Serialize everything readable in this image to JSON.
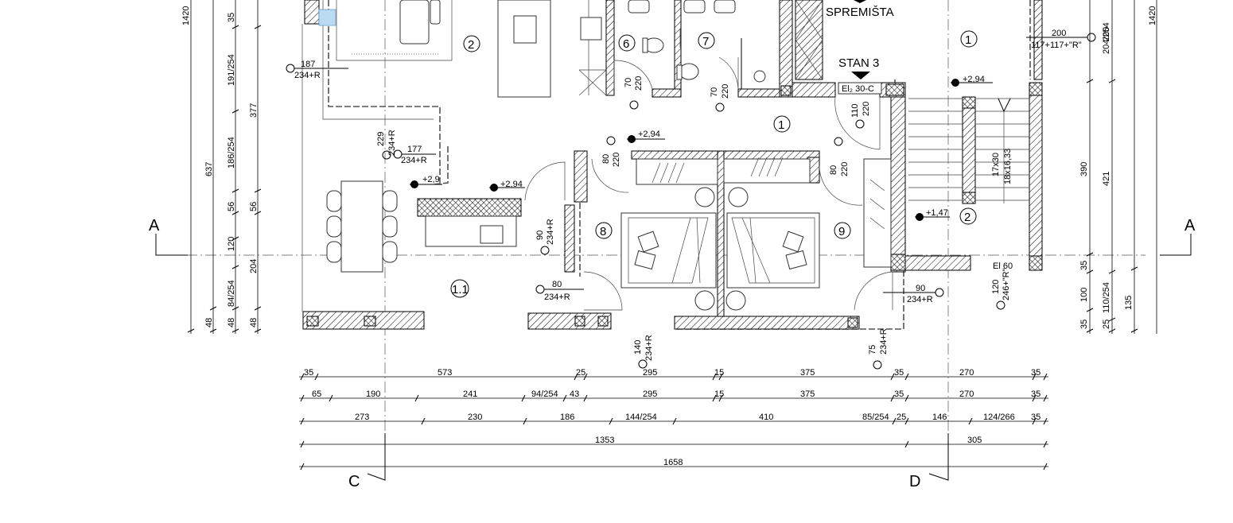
{
  "labels": {
    "storage": "SPREMIŠTA",
    "unit": "STAN 3",
    "section_a_left": "A",
    "section_a_right": "A",
    "section_c": "C",
    "section_d": "D"
  },
  "rooms": {
    "r2_top": "2",
    "r6": "6",
    "r7": "7",
    "r1_top": "1",
    "r1_hall": "1",
    "r8": "8",
    "r9": "9",
    "r2_stair": "2",
    "r11": "1.1"
  },
  "elevations": {
    "e1": "+2,94",
    "e2": "+2,94",
    "e3": "+2,94",
    "e4": "+2,9",
    "e5": "+1,47"
  },
  "openings": {
    "w187": "187",
    "w187_h": "234+R",
    "w229": "229",
    "w229_h": "234+R",
    "w177": "177",
    "w177_h": "234+R",
    "w200": "200",
    "w200_h": "117+117+\"R\"",
    "d70a": "70",
    "d70a_h": "220",
    "d70b": "70",
    "d70b_h": "220",
    "d110": "110",
    "d110_h": "220",
    "d80a": "80",
    "d80a_h": "220",
    "d80b": "80",
    "d80b_h": "220",
    "d90": "90",
    "d90_h": "234+R",
    "w80": "80",
    "w80_h": "234+R",
    "w90": "90",
    "w90_h": "234+R",
    "w140": "140",
    "w140_h": "234+R",
    "w75": "75",
    "w75_h": "234+R",
    "w120": "120",
    "w120_h": "246+\"R\"",
    "el30": "El₂ 30-C",
    "el60": "El 60",
    "stairs_a": "17x30",
    "stairs_b": "18x16,33"
  },
  "vertical_dims": {
    "left_1420": "1420",
    "right_1420": "1420",
    "c1": [
      "35",
      "191/254",
      "377",
      "186/254",
      "56",
      "120",
      "84/254",
      "48"
    ],
    "c2": [
      "637",
      "204"
    ],
    "c3": [
      "56",
      "48"
    ],
    "c4": [
      "48"
    ],
    "r1": [
      "200",
      "204/254"
    ],
    "r2": [
      "390",
      "35",
      "100",
      "35"
    ],
    "r3": [
      "421",
      "110/254",
      "25"
    ],
    "r4": [
      "135"
    ]
  },
  "horizontal_dims": {
    "row1": [
      "35",
      "573",
      "25",
      "295",
      "15",
      "375",
      "35",
      "270",
      "35"
    ],
    "row2": [
      "65",
      "190",
      "241",
      "94/254",
      "43",
      "295",
      "15",
      "375",
      "35",
      "270",
      "35"
    ],
    "row3": [
      "273",
      "230",
      "186",
      "144/254",
      "410",
      "85/254",
      "25",
      "146",
      "124/266",
      "35"
    ],
    "row4": [
      "1353",
      "305"
    ],
    "row5": [
      "1658"
    ]
  }
}
